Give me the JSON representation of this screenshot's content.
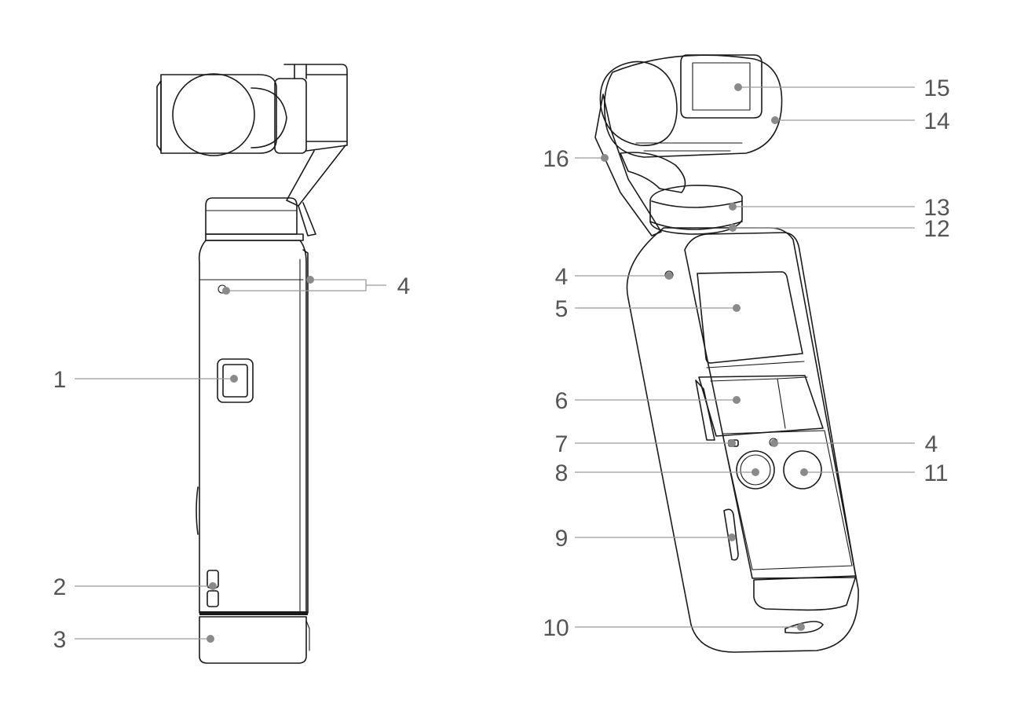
{
  "callouts": {
    "left": [
      {
        "id": "c1",
        "label": "1"
      },
      {
        "id": "c2",
        "label": "2"
      },
      {
        "id": "c3",
        "label": "3"
      },
      {
        "id": "c4a",
        "label": "4"
      }
    ],
    "right": [
      {
        "id": "c4b",
        "label": "4"
      },
      {
        "id": "c5",
        "label": "5"
      },
      {
        "id": "c6",
        "label": "6"
      },
      {
        "id": "c7",
        "label": "7"
      },
      {
        "id": "c8",
        "label": "8"
      },
      {
        "id": "c9",
        "label": "9"
      },
      {
        "id": "c10",
        "label": "10"
      },
      {
        "id": "c11",
        "label": "11"
      },
      {
        "id": "c12",
        "label": "12"
      },
      {
        "id": "c13",
        "label": "13"
      },
      {
        "id": "c14",
        "label": "14"
      },
      {
        "id": "c4c",
        "label": "4"
      },
      {
        "id": "c15",
        "label": "15"
      },
      {
        "id": "c16",
        "label": "16"
      }
    ]
  },
  "colors": {
    "line": "#1a1a1a",
    "leader": "#9a9a9a",
    "dot": "#8a8a8a",
    "label": "#555555"
  }
}
